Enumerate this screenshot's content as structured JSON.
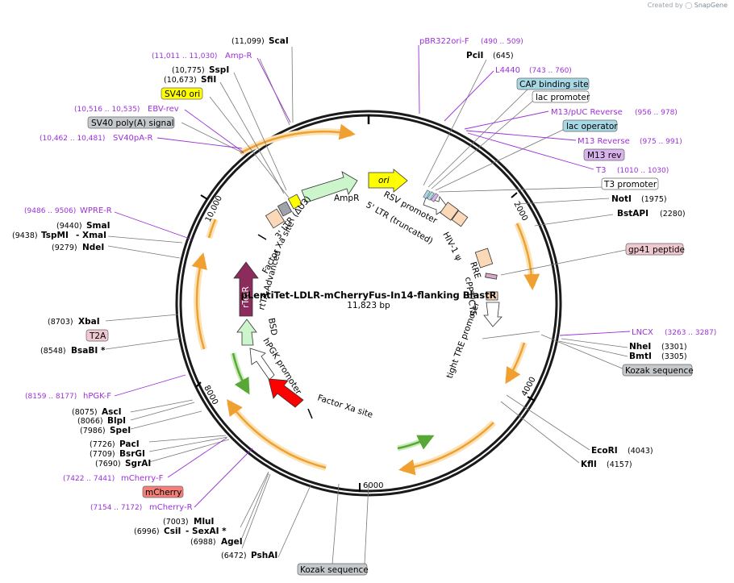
{
  "header": {
    "credit_prefix": "Created by",
    "credit_brand": "SnapGene"
  },
  "plasmid": {
    "name": "pLentiTet-LDLR-mCherryFus-In14-flanking BlastR",
    "length": "11,823 bp",
    "length_bp": 11823
  },
  "ticks": [
    "2000",
    "4000",
    "6000",
    "8000",
    "10,000"
  ],
  "sites": [
    {
      "name": "ScaI",
      "pos": "(11,099)"
    },
    {
      "name": "SspI",
      "pos": "(10,775)"
    },
    {
      "name": "SfiI",
      "pos": "(10,673)"
    },
    {
      "name": "SmaI",
      "pos": "(9440)"
    },
    {
      "name": "TspMI",
      "pos": "(9438)",
      "extra": "- XmaI"
    },
    {
      "name": "NdeI",
      "pos": "(9279)"
    },
    {
      "name": "XbaI",
      "pos": "(8703)"
    },
    {
      "name": "BsaBI",
      "pos": "(8548)",
      "extra": "*"
    },
    {
      "name": "AscI",
      "pos": "(8075)"
    },
    {
      "name": "BlpI",
      "pos": "(8066)"
    },
    {
      "name": "SpeI",
      "pos": "(7986)"
    },
    {
      "name": "PacI",
      "pos": "(7726)"
    },
    {
      "name": "BsrGI",
      "pos": "(7709)"
    },
    {
      "name": "SgrAI",
      "pos": "(7690)"
    },
    {
      "name": "MluI",
      "pos": "(7003)"
    },
    {
      "name": "CsiI",
      "pos": "(6996)",
      "extra": "- SexAI *"
    },
    {
      "name": "AgeI",
      "pos": "(6988)"
    },
    {
      "name": "PshAI",
      "pos": "(6472)"
    },
    {
      "name": "PciI",
      "pos": "(645)"
    },
    {
      "name": "NotI",
      "pos": "(1975)"
    },
    {
      "name": "BstAPI",
      "pos": "(2280)"
    },
    {
      "name": "NheI",
      "pos": "(3301)"
    },
    {
      "name": "BmtI",
      "pos": "(3305)"
    },
    {
      "name": "EcoRI",
      "pos": "(4043)"
    },
    {
      "name": "KflI",
      "pos": "(4157)"
    }
  ],
  "primers": [
    {
      "name": "Amp-R",
      "range": "(11,011 .. 11,030)"
    },
    {
      "name": "EBV-rev",
      "range": "(10,516 .. 10,535)"
    },
    {
      "name": "SV40pA-R",
      "range": "(10,462 .. 10,481)"
    },
    {
      "name": "WPRE-R",
      "range": "(9486 .. 9506)"
    },
    {
      "name": "hPGK-F",
      "range": "(8159 .. 8177)"
    },
    {
      "name": "mCherry-F",
      "range": "(7422 .. 7441)"
    },
    {
      "name": "mCherry-R",
      "range": "(7154 .. 7172)"
    },
    {
      "name": "pBR322ori-F",
      "range": "(490 .. 509)"
    },
    {
      "name": "L4440",
      "range": "(743 .. 760)"
    },
    {
      "name": "M13/pUC Reverse",
      "range": "(956 .. 978)"
    },
    {
      "name": "M13 Reverse",
      "range": "(975 .. 991)"
    },
    {
      "name": "T3",
      "range": "(1010 .. 1030)"
    },
    {
      "name": "LNCX",
      "range": "(3263 .. 3287)"
    }
  ],
  "feature_boxes": [
    {
      "name": "SV40 ori",
      "color": "#ffff00"
    },
    {
      "name": "SV40 poly(A) signal",
      "color": "#c6c9cc"
    },
    {
      "name": "T2A",
      "color": "#f0c8d0"
    },
    {
      "name": "mCherry",
      "color": "#f5807a"
    },
    {
      "name": "Kozak sequence",
      "color": "#c6c9cc"
    },
    {
      "name": "CAP binding site",
      "color": "#a6d8e6"
    },
    {
      "name": "lac promoter",
      "color": "#ffffff"
    },
    {
      "name": "lac operator",
      "color": "#a6d8e6"
    },
    {
      "name": "M13 rev",
      "color": "#d9b3ee"
    },
    {
      "name": "T3 promoter",
      "color": "#ffffff"
    },
    {
      "name": "gp41 peptide",
      "color": "#f0c8d0"
    },
    {
      "name": "Kozak sequence",
      "color": "#c6c9cc"
    }
  ],
  "inner_labels": {
    "ori": "ori",
    "ampr": "AmpR",
    "rsv": "RSV promoter",
    "ltr5": "5' LTR (truncated)",
    "hiv": "HIV-1 ψ",
    "rre": "RRE",
    "cppt": "cPPT/CTS",
    "tre": "tight TRE promoter",
    "fxa1": "Factor Xa site",
    "fxa2": "Factor Xa site",
    "ltr3": "3' LTR (ΔU3)",
    "rtta": "rtTA-Advanced",
    "rtetr": "rTetR",
    "bsd": "BSD",
    "hpgk": "hPGK promoter"
  },
  "colors": {
    "backbone": "#1a1a1a",
    "orf_arrow": "#f0a030",
    "orf_glow": "#fbe3b8",
    "bsd_arrow": "#58a838",
    "primer": "#9b30d8",
    "ori": "#ffff00",
    "ampr": "#ccf5cc",
    "rtetr": "#8c2c5c",
    "mcherry_arrow": "#ff0000",
    "ltr": "#fbd8b8"
  }
}
